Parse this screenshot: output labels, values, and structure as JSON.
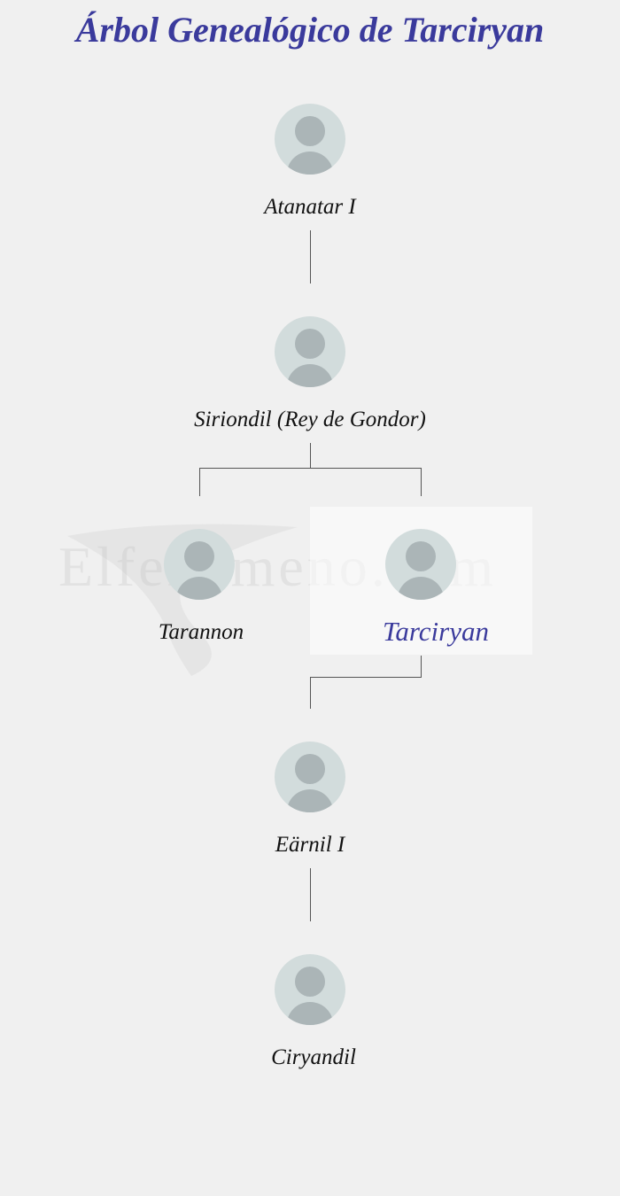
{
  "title": "Árbol Genealógico de Tarciryan",
  "watermark": "Elfenomeno.com",
  "people": {
    "atanatar": {
      "name": "Atanatar I"
    },
    "siriondil": {
      "name": "Siriondil (Rey de Gondor)"
    },
    "tarannon": {
      "name": "Tarannon"
    },
    "tarciryan": {
      "name": "Tarciryan"
    },
    "earnil": {
      "name": "Eärnil I"
    },
    "ciryandil": {
      "name": "Ciryandil"
    }
  },
  "icons": {
    "avatar": "person-placeholder-icon"
  },
  "colors": {
    "background": "#f0f0f0",
    "title": "#3a3a9c",
    "highlight_name": "#3a3a9c",
    "avatar_bg": "#d2dcdc",
    "avatar_fg": "#abb5b7",
    "connector": "#555555"
  }
}
